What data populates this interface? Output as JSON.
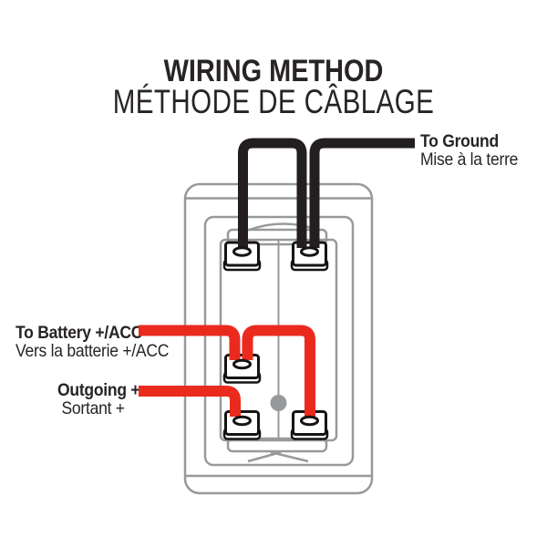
{
  "title": {
    "en": "WIRING METHOD",
    "fr": "MÉTHODE DE CÂBLAGE"
  },
  "labels": {
    "ground": {
      "en": "To Ground",
      "fr": "Mise à la terre"
    },
    "battery": {
      "en": "To Battery +/ACC",
      "fr": "Vers la batterie +/ACC"
    },
    "outgoing": {
      "en": "Outgoing +",
      "fr": "Sortant +"
    }
  },
  "diagram": {
    "component": "rocker-switch-rear-view",
    "terminal_count": 5,
    "connections": [
      {
        "wire": "black",
        "from": "top-left-terminal",
        "to": "top-right-terminal"
      },
      {
        "wire": "black",
        "from": "top-right-terminal",
        "to": "ground"
      },
      {
        "wire": "red",
        "from": "battery-acc-feed",
        "to": "middle-left-terminal"
      },
      {
        "wire": "red",
        "from": "middle-left-terminal",
        "to": "bottom-right-terminal"
      },
      {
        "wire": "red",
        "from": "outgoing-feed",
        "to": "bottom-left-terminal"
      }
    ]
  },
  "colors": {
    "wire_black": "#231f20",
    "wire_red": "#eb2a1e",
    "body_gray": "#98999b",
    "terminal_black": "#161314",
    "text": "#282425",
    "background": "#ffffff"
  }
}
